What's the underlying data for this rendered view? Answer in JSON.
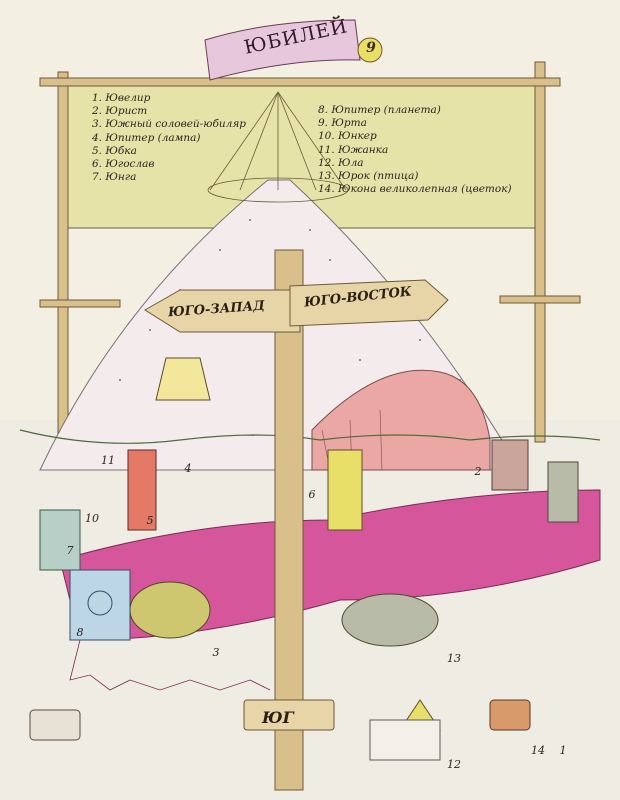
{
  "banner": {
    "title": "ЮБИЛЕЙ",
    "tag": "9"
  },
  "legend": {
    "col1": [
      "1. Ювелир",
      "2. Юрист",
      "3. Южный соловей-юбиляр",
      "4. Юпитер (лампа)",
      "5. Юбка",
      "6. Югослав",
      "7. Юнга"
    ],
    "col2": [
      "8. Юпитер (планета)",
      "9. Юрта",
      "10. Юнкер",
      "11. Южанка",
      "12. Юла",
      "13. Юрок (птица)",
      "14. Юкона великолепная (цветок)"
    ]
  },
  "signs": {
    "southwest": "ЮГО-ЗАПАД",
    "southeast": "ЮГО-ВОСТОК",
    "south": "ЮГ"
  },
  "markers": [
    "1",
    "2",
    "3",
    "4",
    "5",
    "6",
    "7",
    "8",
    "10",
    "11",
    "12",
    "13",
    "14"
  ],
  "colors": {
    "paper": "#f3efe2",
    "board": "#e6e3a8",
    "banner": "#e7c7dc",
    "tablecloth": "#d6569b",
    "tent": "#f4ecec",
    "wood": "#d9c08a"
  }
}
